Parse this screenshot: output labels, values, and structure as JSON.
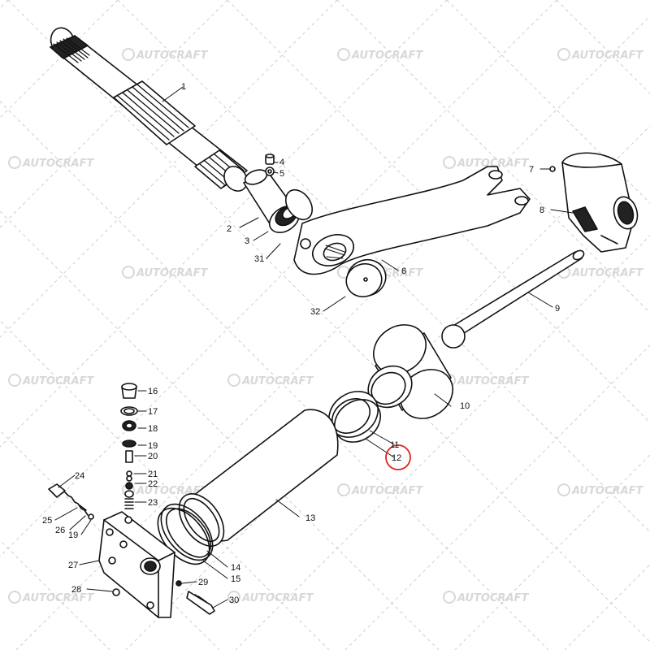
{
  "watermark": {
    "text": "AUTOCRAFT",
    "color": "#d8d8d8"
  },
  "highlight_color": "#e02020",
  "line_color": "#111111",
  "parts": [
    {
      "id": "p1",
      "label": "1"
    },
    {
      "id": "p2",
      "label": "2"
    },
    {
      "id": "p3",
      "label": "3"
    },
    {
      "id": "p4",
      "label": "4"
    },
    {
      "id": "p5",
      "label": "5"
    },
    {
      "id": "p6",
      "label": "6"
    },
    {
      "id": "p7",
      "label": "7"
    },
    {
      "id": "p8",
      "label": "8"
    },
    {
      "id": "p9",
      "label": "9"
    },
    {
      "id": "p10",
      "label": "10"
    },
    {
      "id": "p11",
      "label": "11"
    },
    {
      "id": "p12",
      "label": "12",
      "highlighted": true
    },
    {
      "id": "p13",
      "label": "13"
    },
    {
      "id": "p14",
      "label": "14"
    },
    {
      "id": "p15",
      "label": "15"
    },
    {
      "id": "p16",
      "label": "16"
    },
    {
      "id": "p17",
      "label": "17"
    },
    {
      "id": "p18",
      "label": "18"
    },
    {
      "id": "p19",
      "label": "19"
    },
    {
      "id": "p20",
      "label": "20"
    },
    {
      "id": "p21",
      "label": "21"
    },
    {
      "id": "p22",
      "label": "22"
    },
    {
      "id": "p23",
      "label": "23"
    },
    {
      "id": "p24",
      "label": "24"
    },
    {
      "id": "p25",
      "label": "25"
    },
    {
      "id": "p26",
      "label": "26"
    },
    {
      "id": "p19b",
      "label": "19"
    },
    {
      "id": "p27",
      "label": "27"
    },
    {
      "id": "p28",
      "label": "28"
    },
    {
      "id": "p29",
      "label": "29"
    },
    {
      "id": "p30",
      "label": "30"
    },
    {
      "id": "p31",
      "label": "31"
    },
    {
      "id": "p32",
      "label": "32"
    }
  ]
}
